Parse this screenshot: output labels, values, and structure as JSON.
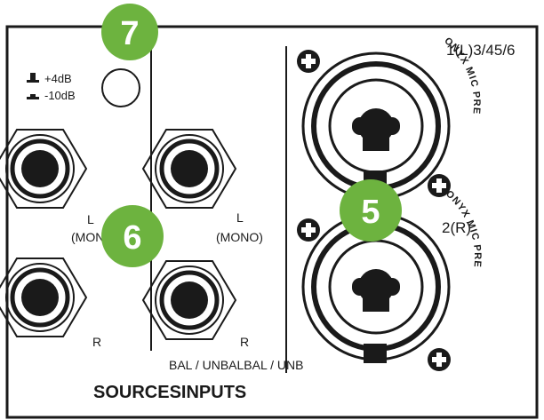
{
  "panel": {
    "level_switch": {
      "up_label": "+4dB",
      "down_label": "-10dB"
    },
    "input_jacks_left": {
      "label_l": "L",
      "label_mono": "(MON",
      "label_r": "R"
    },
    "input_jacks_middle": {
      "label_l": "L",
      "label_mono": "(MONO)",
      "label_r": "R"
    },
    "bal_unbal_label": "BAL / UNBALBAL / UNB",
    "section_title": "SOURCESINPUTS",
    "mic_channels": {
      "channel_top_label": "1(L)3/45/6",
      "channel_bottom_label": "2(R)",
      "preamp_label": "ONYX MIC PRE"
    }
  },
  "callouts": [
    {
      "number": "7",
      "color": "#6db33f"
    },
    {
      "number": "6",
      "color": "#6db33f"
    },
    {
      "number": "5",
      "color": "#6db33f"
    }
  ]
}
